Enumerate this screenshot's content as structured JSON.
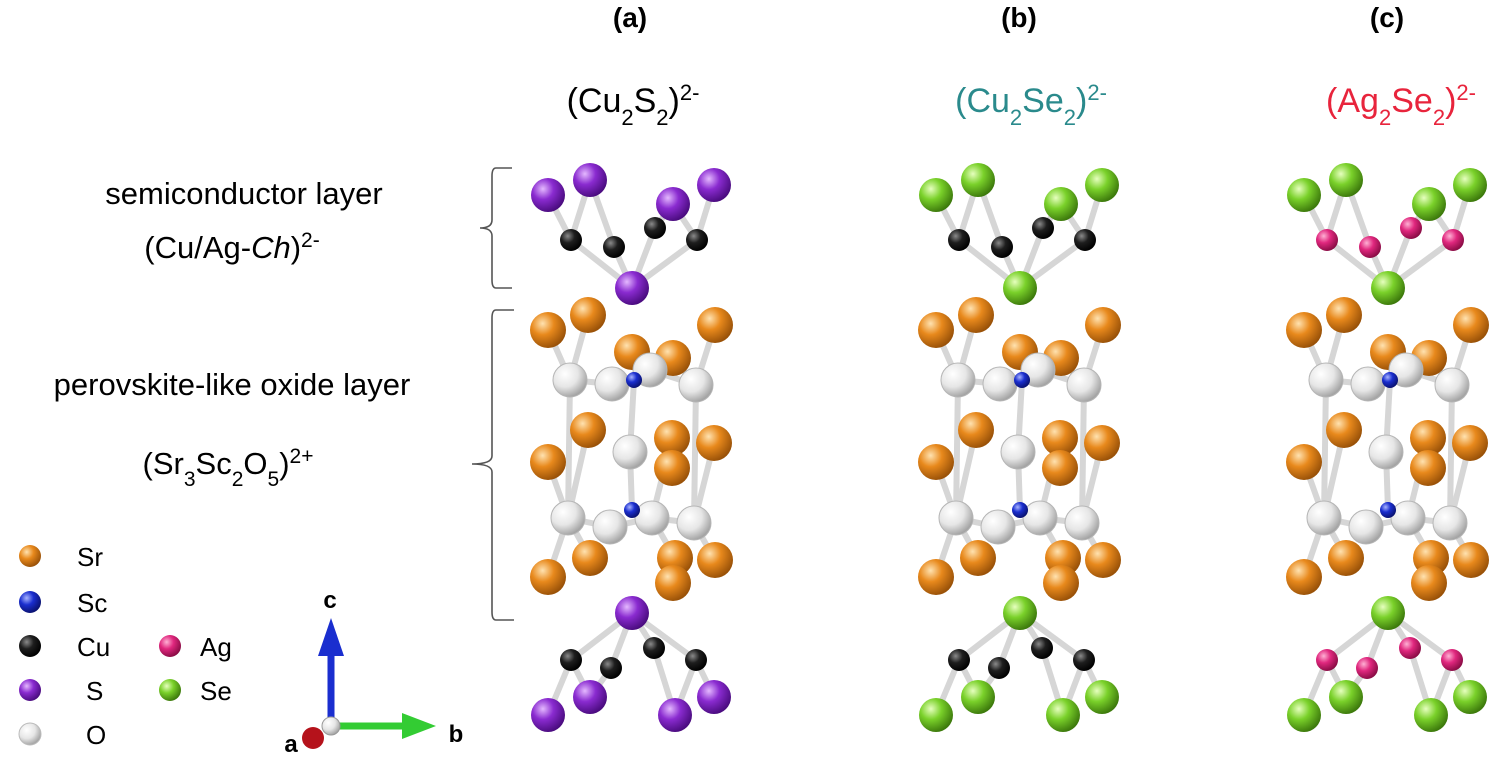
{
  "panels": [
    {
      "label": "(a)",
      "formula": {
        "el1": "Cu",
        "n1": "2",
        "el2": "S",
        "n2": "2",
        "charge": "2-"
      },
      "chalcogen": "S",
      "metal": "Cu"
    },
    {
      "label": "(b)",
      "formula": {
        "el1": "Cu",
        "n1": "2",
        "el2": "Se",
        "n2": "2",
        "charge": "2-"
      },
      "chalcogen": "Se",
      "metal": "Cu"
    },
    {
      "label": "(c)",
      "formula": {
        "el1": "Ag",
        "n1": "2",
        "el2": "Se",
        "n2": "2",
        "charge": "2-"
      },
      "chalcogen": "Se",
      "metal": "Ag"
    }
  ],
  "formula_colors": [
    "#000000",
    "#2a8a8c",
    "#e8243c"
  ],
  "layers": {
    "semiconductor": {
      "line1": "semiconductor layer",
      "formula_prefix": "(Cu/Ag-",
      "formula_italic": "Ch",
      "formula_close": ")",
      "charge": "2-"
    },
    "oxide": {
      "line1": "perovskite-like oxide layer",
      "formula": {
        "p1": "(Sr",
        "s1": "3",
        "p2": "Sc",
        "s2": "2",
        "p3": "O",
        "s3": "5",
        "p4": ")",
        "charge": "2+"
      }
    }
  },
  "legend": [
    {
      "symbol": "Sr",
      "color": "#e8891c"
    },
    {
      "symbol": "Sc",
      "color": "#1a2ecf"
    },
    {
      "symbol": "Cu",
      "color": "#1e1e1e"
    },
    {
      "symbol": "S",
      "color": "#8a2bd0"
    },
    {
      "symbol": "O",
      "color": "#e6e6e6"
    },
    {
      "symbol": "Ag",
      "color": "#e0277e"
    },
    {
      "symbol": "Se",
      "color": "#7ad12a"
    }
  ],
  "axes": {
    "c": "c",
    "b": "b",
    "a": "a"
  },
  "axes_colors": {
    "c": "#1a2ecf",
    "b": "#33cc33",
    "a": "#b5121b"
  }
}
